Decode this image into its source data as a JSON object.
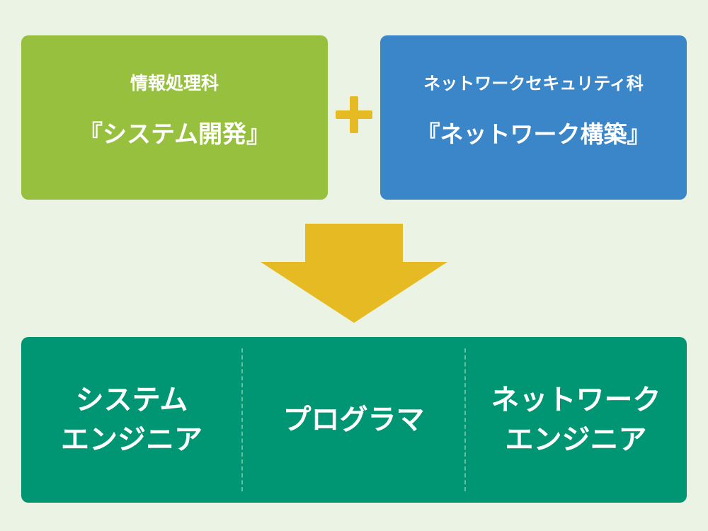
{
  "colors": {
    "background": "#ebf3e4",
    "green_box": "#96c03d",
    "blue_box": "#3b86c8",
    "plus": "#e6ba22",
    "arrow": "#e6ba22",
    "result_panel": "#009673",
    "divider": "#63bfa2",
    "text": "#ffffff"
  },
  "left_box": {
    "department": "情報処理科",
    "course": "『システム開発』"
  },
  "right_box": {
    "department": "ネットワークセキュリティ科",
    "course": "『ネットワーク構築』"
  },
  "connector": "+",
  "careers": [
    {
      "line1": "システム",
      "line2": "エンジニア"
    },
    {
      "line1": "プログラマ",
      "line2": ""
    },
    {
      "line1": "ネットワーク",
      "line2": "エンジニア"
    }
  ]
}
